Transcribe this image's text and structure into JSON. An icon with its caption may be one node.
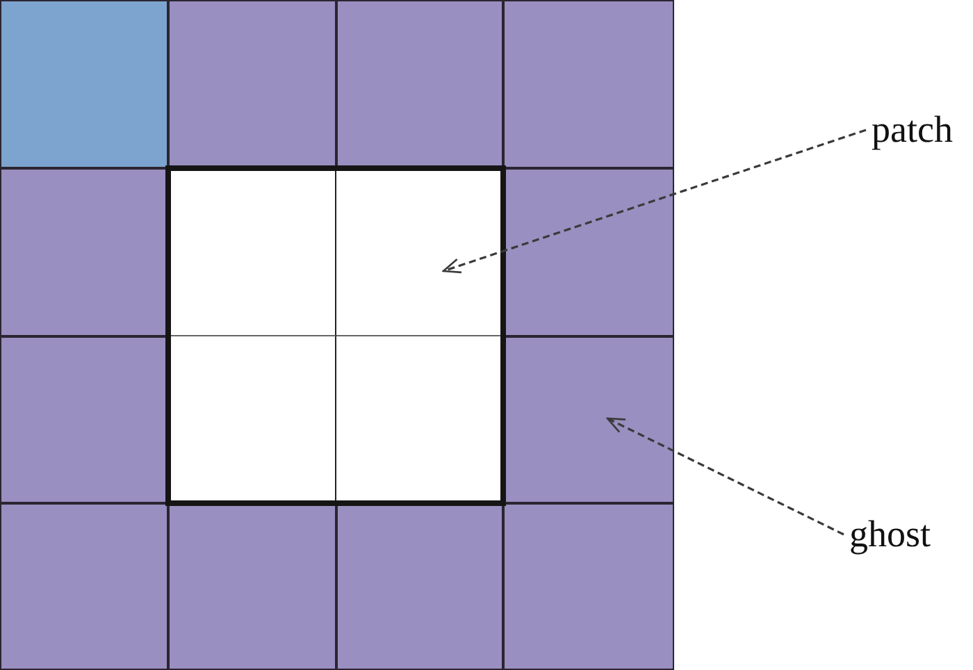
{
  "diagram": {
    "nodes": [
      {
        "text": [
          "patch"
        ]
      },
      {
        "text": [],
        "shape": "box"
      },
      {
        "text": [],
        "shape": "box"
      },
      {
        "text": [
          "ghost"
        ]
      }
    ],
    "edges": [
      {
        "from": 0,
        "to": 1,
        "arrow": "to",
        "style": "dashed"
      },
      {
        "from": 3,
        "to": 2,
        "arrow": "to",
        "style": "dashed"
      }
    ]
  }
}
